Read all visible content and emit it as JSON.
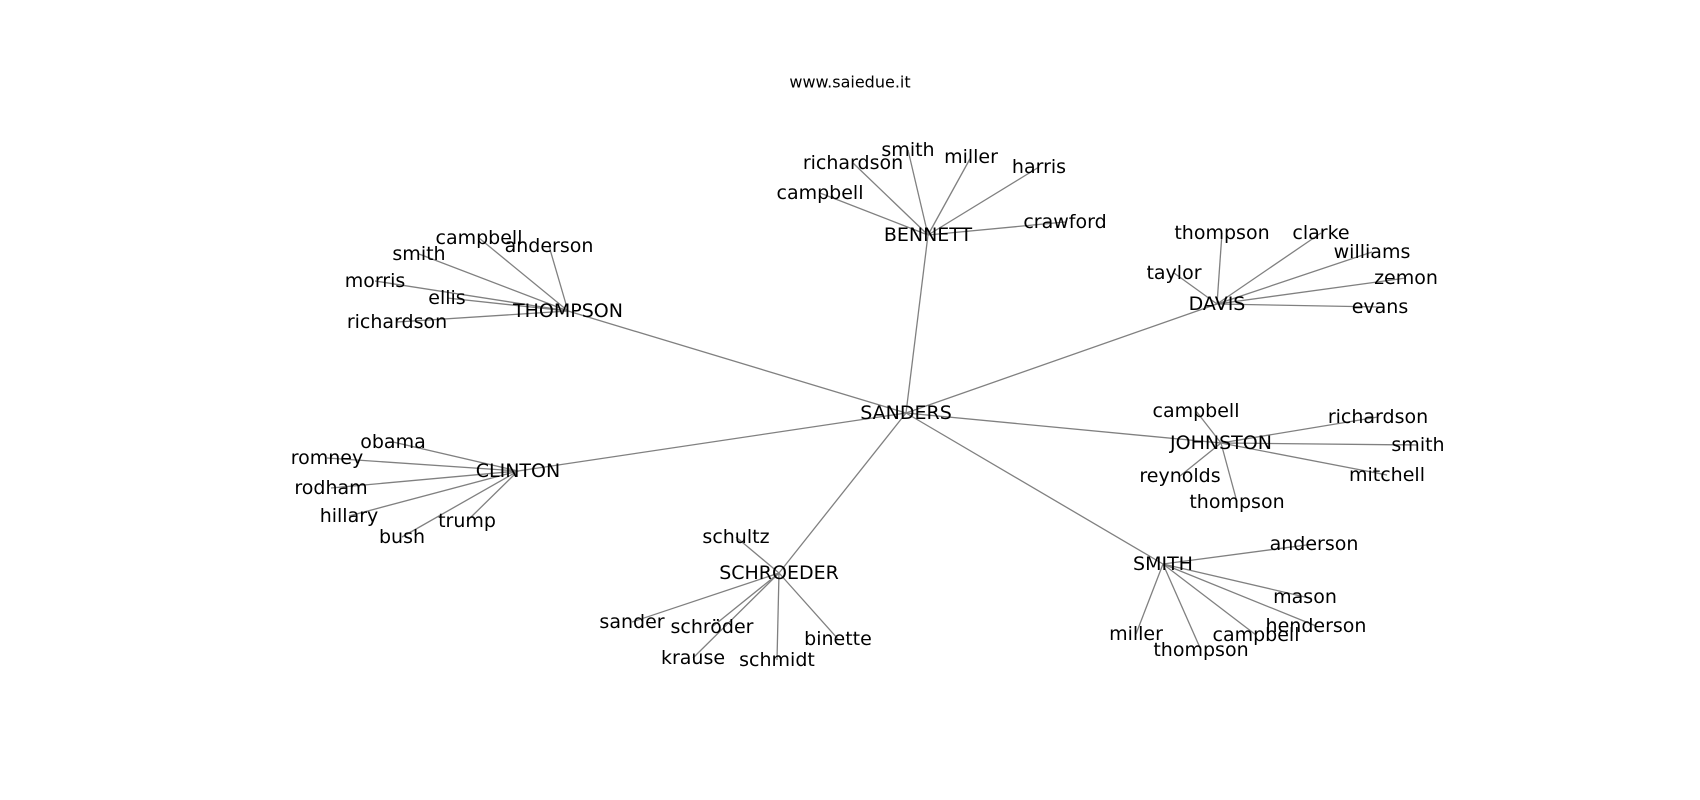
{
  "title": "www.saiedue.it",
  "colors": {
    "edge": "#808080",
    "text": "#000000",
    "background": "#ffffff"
  },
  "root": {
    "id": "sanders",
    "label": "SANDERS"
  },
  "clusters": [
    {
      "id": "bennett",
      "label": "BENNETT",
      "leaves": [
        {
          "id": "bennett-richardson",
          "label": "richardson"
        },
        {
          "id": "bennett-smith",
          "label": "smith"
        },
        {
          "id": "bennett-miller",
          "label": "miller"
        },
        {
          "id": "bennett-harris",
          "label": "harris"
        },
        {
          "id": "bennett-campbell",
          "label": "campbell"
        },
        {
          "id": "bennett-crawford",
          "label": "crawford"
        }
      ]
    },
    {
      "id": "thompson",
      "label": "THOMPSON",
      "leaves": [
        {
          "id": "thompson-campbell",
          "label": "campbell"
        },
        {
          "id": "thompson-anderson",
          "label": "anderson"
        },
        {
          "id": "thompson-smith",
          "label": "smith"
        },
        {
          "id": "thompson-morris",
          "label": "morris"
        },
        {
          "id": "thompson-ellis",
          "label": "ellis"
        },
        {
          "id": "thompson-richardson",
          "label": "richardson"
        }
      ]
    },
    {
      "id": "davis",
      "label": "DAVIS",
      "leaves": [
        {
          "id": "davis-thompson",
          "label": "thompson"
        },
        {
          "id": "davis-clarke",
          "label": "clarke"
        },
        {
          "id": "davis-williams",
          "label": "williams"
        },
        {
          "id": "davis-taylor",
          "label": "taylor"
        },
        {
          "id": "davis-zemon",
          "label": "zemon"
        },
        {
          "id": "davis-evans",
          "label": "evans"
        }
      ]
    },
    {
      "id": "clinton",
      "label": "CLINTON",
      "leaves": [
        {
          "id": "clinton-obama",
          "label": "obama"
        },
        {
          "id": "clinton-romney",
          "label": "romney"
        },
        {
          "id": "clinton-rodham",
          "label": "rodham"
        },
        {
          "id": "clinton-hillary",
          "label": "hillary"
        },
        {
          "id": "clinton-trump",
          "label": "trump"
        },
        {
          "id": "clinton-bush",
          "label": "bush"
        }
      ]
    },
    {
      "id": "johnston",
      "label": "JOHNSTON",
      "leaves": [
        {
          "id": "johnston-campbell",
          "label": "campbell"
        },
        {
          "id": "johnston-richardson",
          "label": "richardson"
        },
        {
          "id": "johnston-smith",
          "label": "smith"
        },
        {
          "id": "johnston-reynolds",
          "label": "reynolds"
        },
        {
          "id": "johnston-mitchell",
          "label": "mitchell"
        },
        {
          "id": "johnston-thompson",
          "label": "thompson"
        }
      ]
    },
    {
      "id": "schroeder",
      "label": "SCHROEDER",
      "leaves": [
        {
          "id": "schroeder-schultz",
          "label": "schultz"
        },
        {
          "id": "schroeder-sander",
          "label": "sander"
        },
        {
          "id": "schroeder-schroder",
          "label": "schröder"
        },
        {
          "id": "schroeder-binette",
          "label": "binette"
        },
        {
          "id": "schroeder-krause",
          "label": "krause"
        },
        {
          "id": "schroeder-schmidt",
          "label": "schmidt"
        }
      ]
    },
    {
      "id": "smith",
      "label": "SMITH",
      "leaves": [
        {
          "id": "smith-anderson",
          "label": "anderson"
        },
        {
          "id": "smith-mason",
          "label": "mason"
        },
        {
          "id": "smith-henderson",
          "label": "henderson"
        },
        {
          "id": "smith-miller",
          "label": "miller"
        },
        {
          "id": "smith-campbell",
          "label": "campbell"
        },
        {
          "id": "smith-thompson",
          "label": "thompson"
        }
      ]
    }
  ]
}
